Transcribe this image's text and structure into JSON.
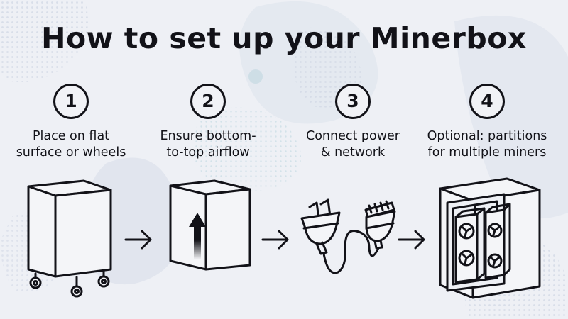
{
  "title": "How to set up your Minerbox",
  "steps": [
    {
      "number": "1",
      "line1": "Place on flat",
      "line2": "surface or wheels"
    },
    {
      "number": "2",
      "line1": "Ensure bottom-",
      "line2": "to-top airflow"
    },
    {
      "number": "3",
      "line1": "Connect power",
      "line2": "& network"
    },
    {
      "number": "4",
      "line1": "Optional: partitions",
      "line2": "for multiple miners"
    }
  ],
  "colors": {
    "background": "#eef0f5",
    "ink": "#121218",
    "accent": "#c8dbe4"
  }
}
